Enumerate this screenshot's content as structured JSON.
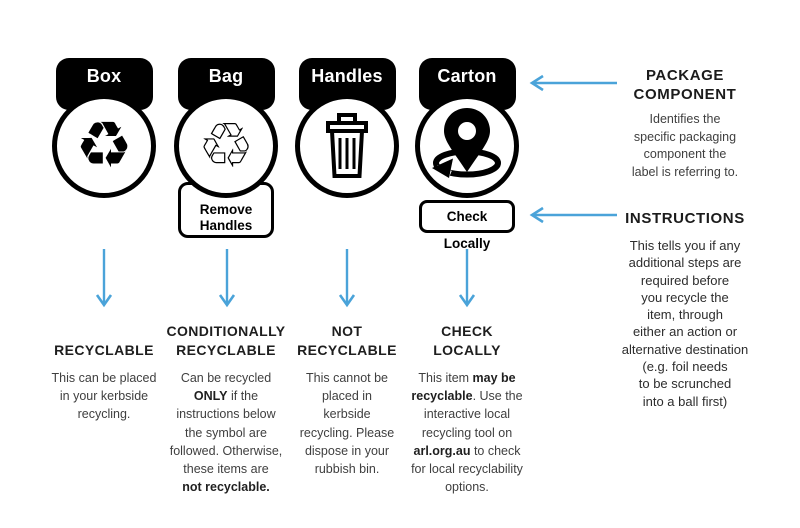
{
  "colors": {
    "accent_blue": "#4aa3d9",
    "label_black": "#000000"
  },
  "labels": [
    {
      "title": "Box",
      "symbol": "recycling-solid",
      "glyph": "♻",
      "instruction": null
    },
    {
      "title": "Bag",
      "symbol": "recycling-outline",
      "glyph": "♲",
      "instruction": "Remove\nHandles"
    },
    {
      "title": "Handles",
      "symbol": "rubbish-bin",
      "glyph": null,
      "instruction": null
    },
    {
      "title": "Carton",
      "symbol": "location-pin",
      "glyph": null,
      "instruction": "Check Locally"
    }
  ],
  "columns": [
    {
      "heading": "RECYCLABLE",
      "body": "This can be placed\nin your kerbside\nrecycling."
    },
    {
      "heading": "CONDITIONALLY\nRECYCLABLE",
      "body_rich": [
        {
          "t": "Can be recycled"
        },
        {
          "br": true
        },
        {
          "t": "ONLY",
          "b": true
        },
        {
          "t": " if the"
        },
        {
          "br": true
        },
        {
          "t": "instructions below"
        },
        {
          "br": true
        },
        {
          "t": "the symbol are"
        },
        {
          "br": true
        },
        {
          "t": "followed. Otherwise,"
        },
        {
          "br": true
        },
        {
          "t": "these items are"
        },
        {
          "br": true
        },
        {
          "t": "not recyclable.",
          "b": true
        }
      ]
    },
    {
      "heading": "NOT\nRECYCLABLE",
      "body": "This cannot be\nplaced in\nkerbside\nrecycling. Please\ndispose in your\nrubbish bin."
    },
    {
      "heading": "CHECK\nLOCALLY",
      "body_rich": [
        {
          "t": "This item "
        },
        {
          "t": "may be",
          "b": true
        },
        {
          "br": true
        },
        {
          "t": "recyclable",
          "b": true
        },
        {
          "t": ". Use the"
        },
        {
          "br": true
        },
        {
          "t": "interactive local"
        },
        {
          "br": true
        },
        {
          "t": "recycling tool on"
        },
        {
          "br": true
        },
        {
          "t": "arl.org.au",
          "b": true
        },
        {
          "t": " to check"
        },
        {
          "br": true
        },
        {
          "t": "for local recyclability"
        },
        {
          "br": true
        },
        {
          "t": "options."
        }
      ]
    }
  ],
  "annotations": {
    "package_component": {
      "heading": "PACKAGE\nCOMPONENT",
      "body": "Identifies the\nspecific packaging\ncomponent the\nlabel is referring to."
    },
    "instructions": {
      "heading": "INSTRUCTIONS",
      "body": "This tells you if any\nadditional steps are\nrequired before\nyou recycle the\nitem, through\neither an action or\nalternative destination\n(e.g. foil needs\nto be scrunched\ninto a ball first)"
    }
  }
}
